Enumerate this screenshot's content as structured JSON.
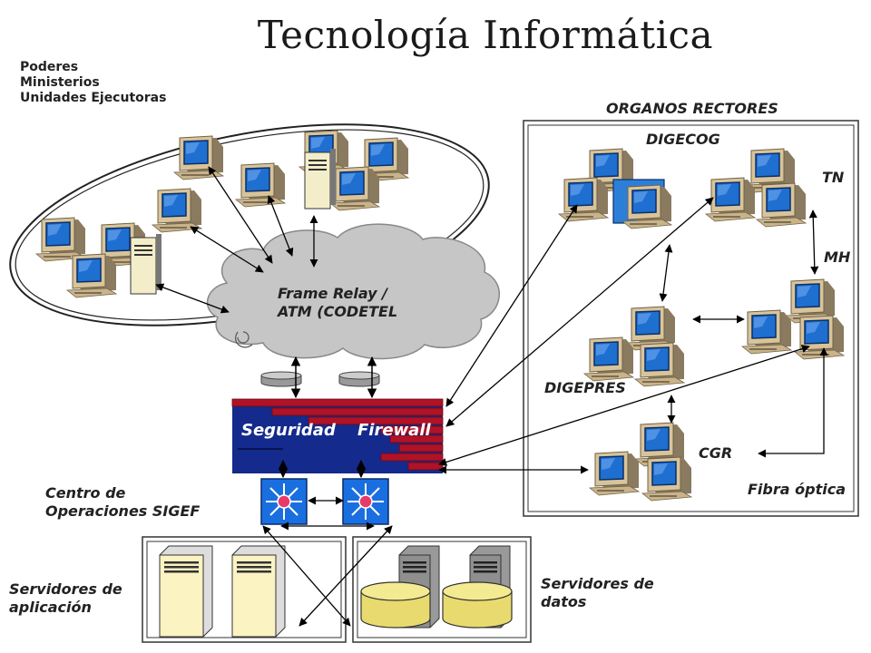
{
  "title": "Tecnología Informática",
  "groups": {
    "poderes": [
      "Poderes",
      "Ministerios",
      "Unidades Ejecutoras"
    ],
    "organos_rectores": "ORGANOS RECTORES"
  },
  "network": {
    "cloud_line1": "Frame Relay /",
    "cloud_line2": "ATM (CODETEL"
  },
  "firewall": {
    "left": "Seguridad",
    "right": "Firewall"
  },
  "nodes": {
    "digecog": "DIGECOG",
    "tn": "TN",
    "mh": "MH",
    "digepres": "DIGEPRES",
    "cgr": "CGR"
  },
  "links": {
    "fibra": "Fibra óptica"
  },
  "centro": [
    "Centro de",
    "Operaciones SIGEF"
  ],
  "servers": {
    "aplicacion": [
      "Servidores de",
      "aplicación"
    ],
    "datos": [
      "Servidores de",
      "datos"
    ]
  },
  "colors": {
    "monitor_blue": "#1f6fd1",
    "pc_beige": "#d4b98e",
    "wall_red": "#b01226",
    "wall_blue": "#142a8c",
    "cloud_gray": "#c6c6c6",
    "server_cream": "#fbf3c2",
    "disk_yellow": "#efe27a"
  }
}
